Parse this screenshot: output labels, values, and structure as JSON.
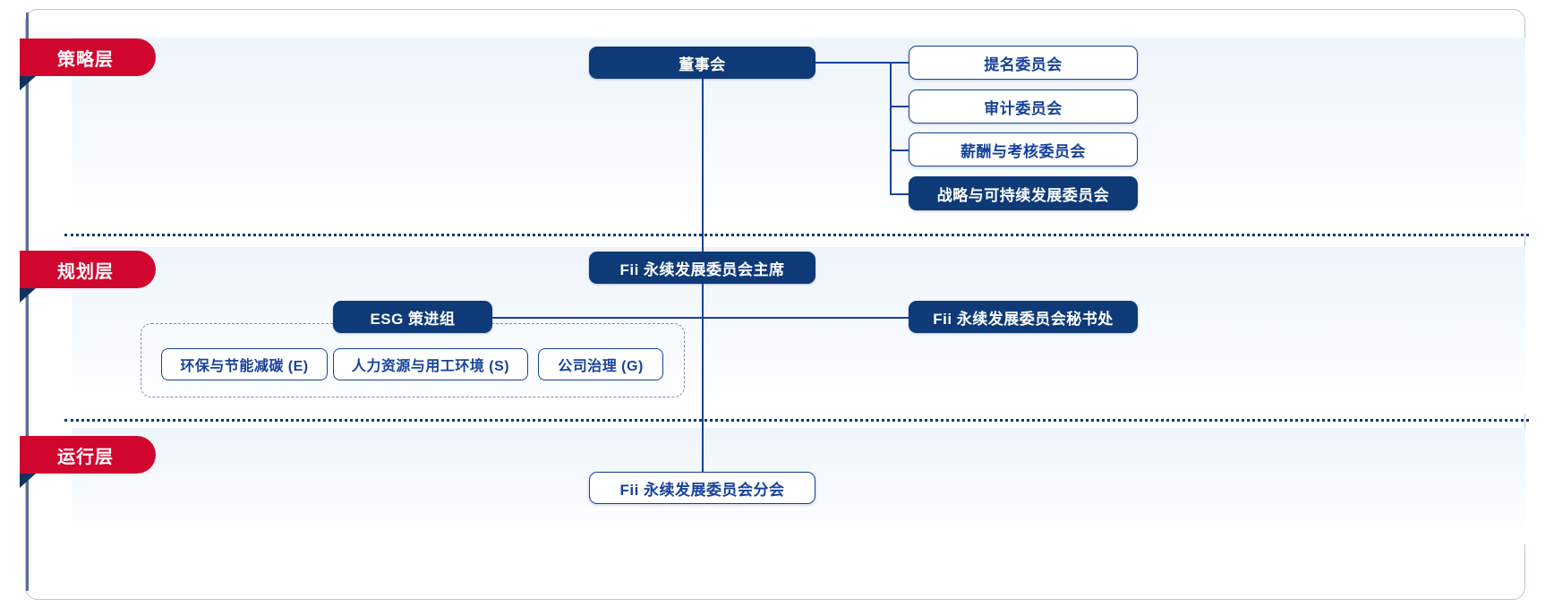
{
  "layers": [
    {
      "id": "strategy",
      "label": "策略层"
    },
    {
      "id": "planning",
      "label": "规划层"
    },
    {
      "id": "operation",
      "label": "运行层"
    }
  ],
  "strategy_layer": {
    "root": {
      "label": "董事会",
      "style": "solid"
    },
    "committees": [
      {
        "label": "提名委员会",
        "style": "outline"
      },
      {
        "label": "审计委员会",
        "style": "outline"
      },
      {
        "label": "薪酬与考核委员会",
        "style": "outline"
      },
      {
        "label": "战略与可持续发展委员会",
        "style": "solid"
      }
    ]
  },
  "planning_layer": {
    "chair": {
      "label": "Fii 永续发展委员会主席",
      "style": "solid"
    },
    "esg_group": {
      "label": "ESG 策进组",
      "style": "solid"
    },
    "secretariat": {
      "label": "Fii 永续发展委员会秘书处",
      "style": "solid"
    },
    "esg_topics": [
      {
        "label": "环保与节能减碳 (E)",
        "style": "chip"
      },
      {
        "label": "人力资源与用工环境 (S)",
        "style": "chip"
      },
      {
        "label": "公司治理 (G)",
        "style": "chip"
      }
    ]
  },
  "operation_layer": {
    "branch": {
      "label": "Fii 永续发展委员会分会",
      "style": "outline"
    }
  },
  "watermark": "",
  "colors": {
    "brand_navy": "#0e3a78",
    "outline_navy": "#17429a",
    "accent_red": "#d1062e",
    "fold_navy": "#13315f",
    "band_blue": "#eef4fb",
    "frame_border": "#b9c4d6",
    "dashed_gray": "#7f8fa8"
  }
}
